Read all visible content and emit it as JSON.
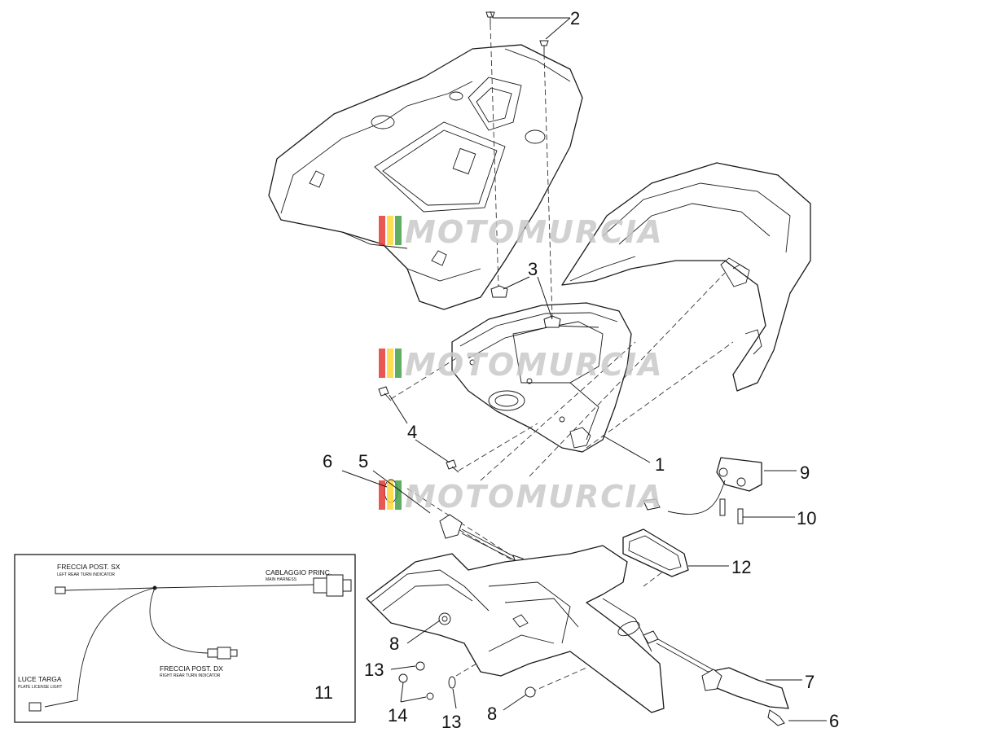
{
  "watermark": {
    "text": "MOTOMURCIA",
    "stripe_colors": [
      "#e53935",
      "#fdd835",
      "#43a047"
    ]
  },
  "callouts": {
    "n1": "1",
    "n2": "2",
    "n3": "3",
    "n4": "4",
    "n5": "5",
    "n6a": "6",
    "n6b": "6",
    "n7": "7",
    "n8a": "8",
    "n8b": "8",
    "n9": "9",
    "n10": "10",
    "n11": "11",
    "n12": "12",
    "n13a": "13",
    "n13b": "13",
    "n14": "14"
  },
  "wiring": {
    "left_rear": "FRECCIA POST. SX",
    "left_rear_en": "LEFT REAR TURN INDICATOR",
    "main_harness": "CABLAGGIO PRINC.",
    "main_harness_en": "MAIN HARNESS",
    "right_rear": "FRECCIA POST. DX",
    "right_rear_en": "RIGHT REAR TURN INDICATOR",
    "plate_light": "LUCE TARGA",
    "plate_light_en": "PLATE LICENSE LIGHT"
  }
}
